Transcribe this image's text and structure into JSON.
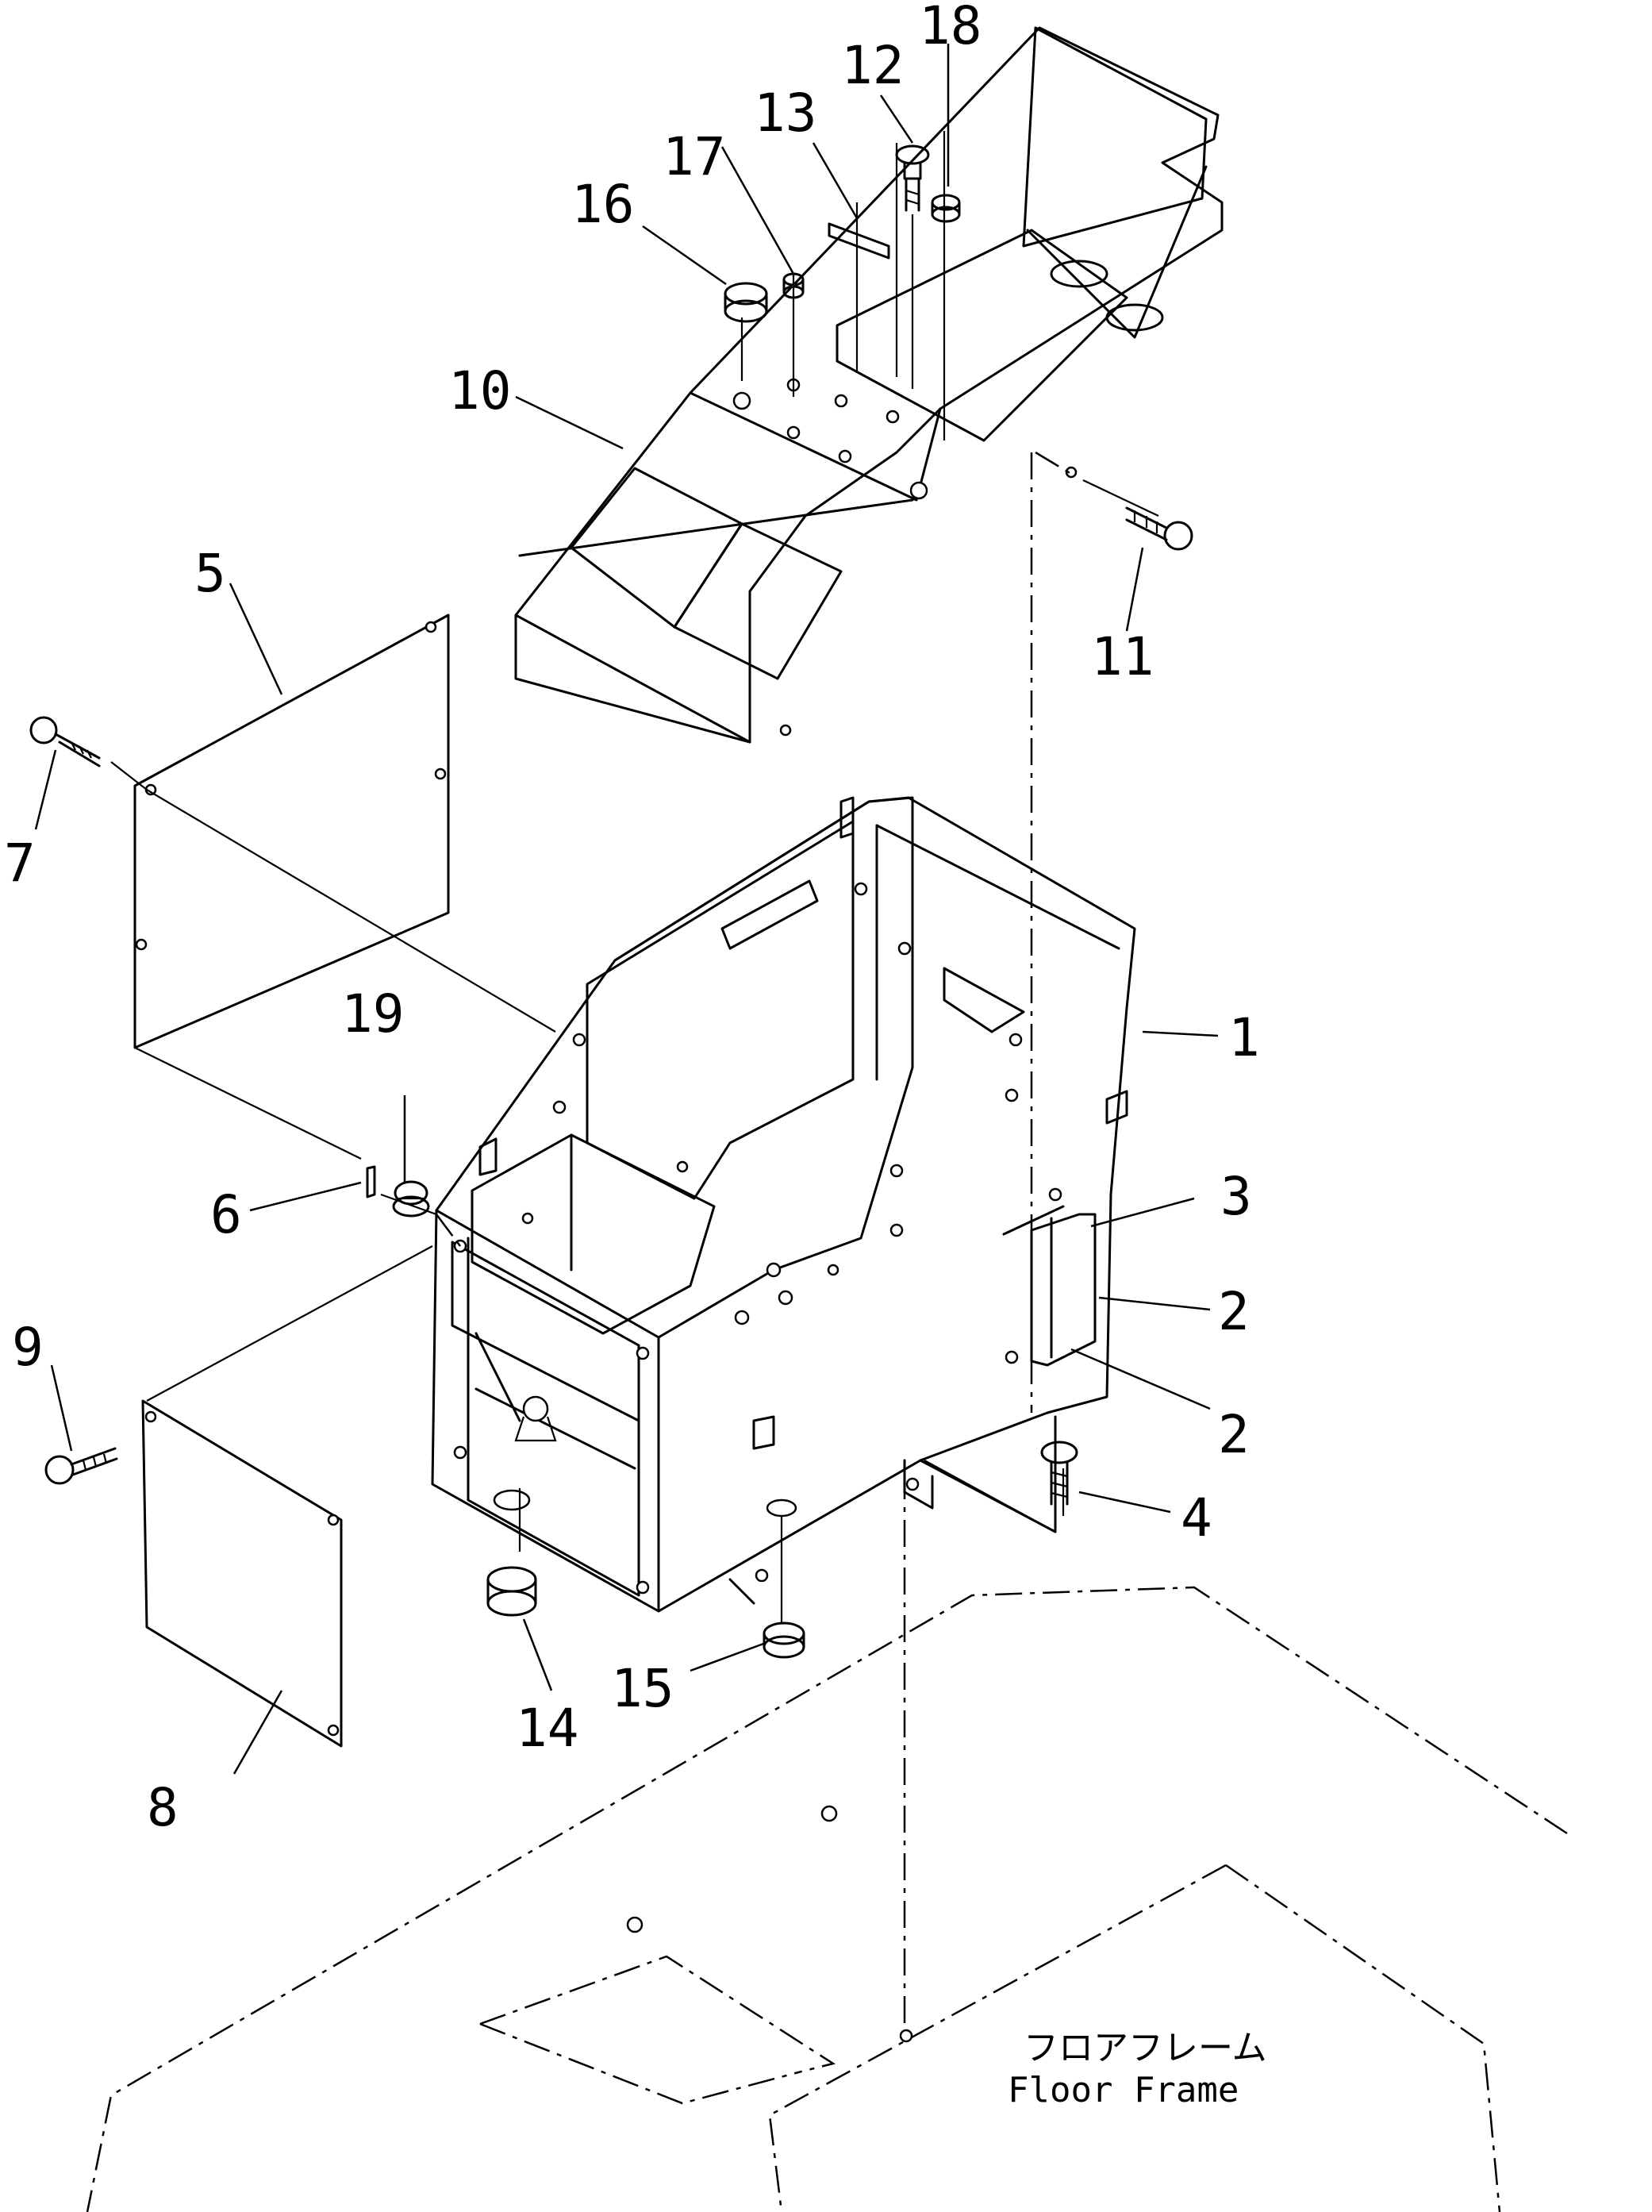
{
  "callouts": [
    "1",
    "2",
    "2",
    "3",
    "4",
    "5",
    "6",
    "7",
    "8",
    "9",
    "10",
    "11",
    "12",
    "13",
    "14",
    "15",
    "16",
    "17",
    "18",
    "19"
  ],
  "floor_frame": {
    "label_jp": "フロアフレーム",
    "label_en": "Floor Frame"
  }
}
